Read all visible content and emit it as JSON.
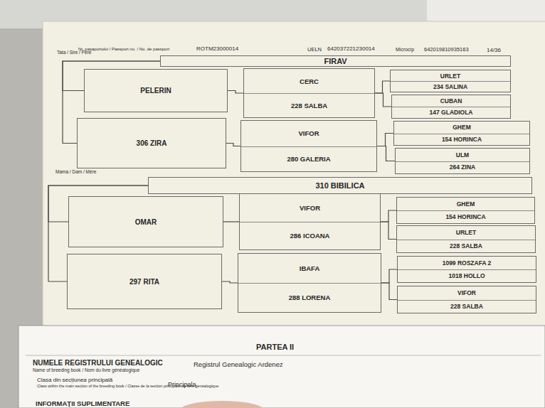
{
  "diagram": {
    "nodes": [
      {
        "text": [
          "FIRAV"
        ]
      },
      {
        "text": [
          "PELERIN"
        ]
      },
      {
        "text": [
          "306 ZIRA"
        ]
      },
      {
        "text": [
          "CERC",
          "228 SALBA"
        ]
      },
      {
        "text": [
          "VIFOR",
          "280 GALERIA"
        ]
      },
      {
        "text": [
          "URLET",
          "234 SALINA"
        ]
      },
      {
        "text": [
          "CUBAN",
          "147 GLADIOLA"
        ]
      },
      {
        "text": [
          "GHEM",
          "154 HORINCA"
        ]
      },
      {
        "text": [
          "ULM",
          "264 ZINA"
        ]
      },
      {
        "text": [
          "310 BIBILICA"
        ]
      },
      {
        "text": [
          "OMAR"
        ]
      },
      {
        "text": [
          "297 RITA"
        ]
      },
      {
        "text": [
          "VIFOR",
          "286 ICOANA"
        ]
      },
      {
        "text": [
          "IBAFA",
          "288 LORENA"
        ]
      },
      {
        "text": [
          "GHEM",
          "154 HORINCA"
        ]
      },
      {
        "text": [
          "URLET",
          "228 SALBA"
        ]
      },
      {
        "text": [
          "1099 ROSZAFA 2",
          "1018 HOLLO"
        ]
      },
      {
        "text": [
          "VIFOR",
          "228 SALBA"
        ]
      }
    ],
    "edges": [
      {
        "from": 0,
        "to": 1,
        "arrow": "none"
      },
      {
        "from": 0,
        "to": 2,
        "arrow": "none"
      },
      {
        "from": 1,
        "to": 3,
        "arrow": "none"
      },
      {
        "from": 2,
        "to": 4,
        "arrow": "none"
      },
      {
        "from": 3,
        "to": 5,
        "arrow": "none"
      },
      {
        "from": 3,
        "to": 6,
        "arrow": "none"
      },
      {
        "from": 4,
        "to": 7,
        "arrow": "none"
      },
      {
        "from": 4,
        "to": 8,
        "arrow": "none"
      },
      {
        "from": 9,
        "to": 10,
        "arrow": "none"
      },
      {
        "from": 9,
        "to": 11,
        "arrow": "none"
      },
      {
        "from": 10,
        "to": 12,
        "arrow": "none"
      },
      {
        "from": 11,
        "to": 13,
        "arrow": "none"
      },
      {
        "from": 12,
        "to": 14,
        "arrow": "none"
      },
      {
        "from": 12,
        "to": 15,
        "arrow": "none"
      },
      {
        "from": 13,
        "to": 16,
        "arrow": "none"
      },
      {
        "from": 13,
        "to": 17,
        "arrow": "none"
      }
    ],
    "labels": [
      "Nr. pașaportului / Passport no. / No. de passport",
      "ROTM23000014",
      "UELN",
      "642037221230014",
      "Microcip",
      "642019810935163",
      "14/36",
      "Tata / Sire / Père",
      "Mama / Dam / Mère",
      "PARTEA II",
      "NUMELE REGISTRULUI GENEALOGIC",
      "Name of breeding book / Nom du livre généalogique",
      "Registrul Genealogic Ardenez",
      "Clasa din secțiunea principală",
      "Class within the main section of the breeding book / Classe de la section principale du livre généalogique",
      "Principala",
      "INFORMAȚII SUPLIMENTARE"
    ]
  }
}
